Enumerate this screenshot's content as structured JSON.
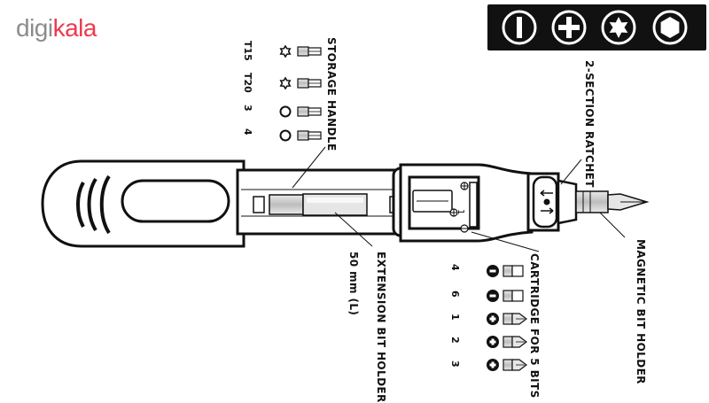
{
  "brand": {
    "part1": "digi",
    "part2": "kala",
    "primary_color": "#8c8c8c",
    "accent_color": "#ef394e"
  },
  "bit_type_icons": [
    "slotted-icon",
    "phillips-icon",
    "torx-icon",
    "hex-icon"
  ],
  "labels": {
    "storage_handle": "STORAGE HANDLE",
    "ratchet": "2-SECTION RATCHET",
    "magnetic_holder": "MAGNETIC BIT HOLDER",
    "cartridge": "CARTRIDGE FOR 5 BITS",
    "extension_holder": "EXTENSION BIT HOLDER",
    "extension_length": "50 mm (L)",
    "cartridge_slot": "1"
  },
  "storage_bits": [
    {
      "label": "T15",
      "type": "torx"
    },
    {
      "label": "T20",
      "type": "torx"
    },
    {
      "label": "3",
      "type": "hex"
    },
    {
      "label": "4",
      "type": "hex"
    }
  ],
  "cartridge_bits": [
    {
      "label": "4",
      "type": "slotted"
    },
    {
      "label": "6",
      "type": "slotted"
    },
    {
      "label": "1",
      "type": "phillips"
    },
    {
      "label": "2",
      "type": "phillips"
    },
    {
      "label": "3",
      "type": "phillips"
    }
  ]
}
